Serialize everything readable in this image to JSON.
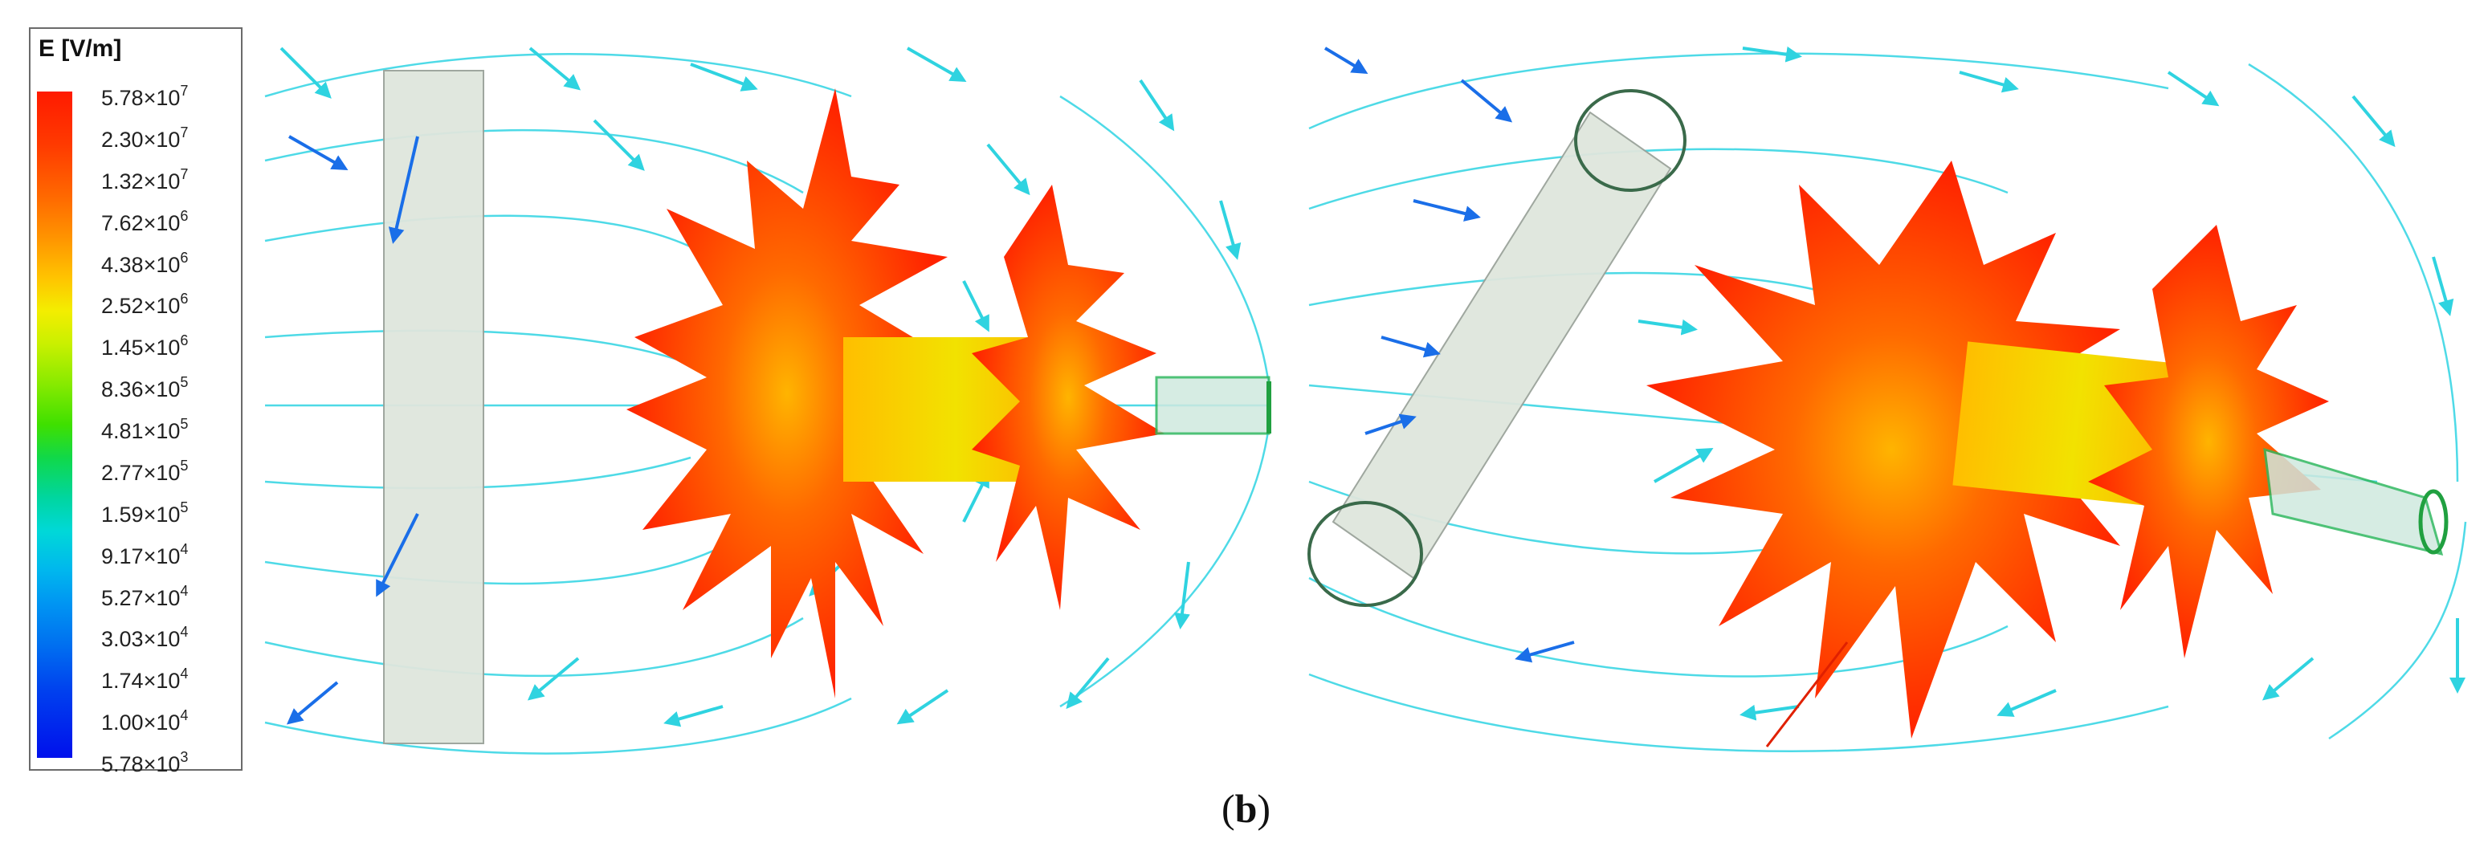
{
  "legend": {
    "title": "E [V/m]",
    "ticks": [
      {
        "mantissa": "5.78",
        "exp": "7"
      },
      {
        "mantissa": "2.30",
        "exp": "7"
      },
      {
        "mantissa": "1.32",
        "exp": "7"
      },
      {
        "mantissa": "7.62",
        "exp": "6"
      },
      {
        "mantissa": "4.38",
        "exp": "6"
      },
      {
        "mantissa": "2.52",
        "exp": "6"
      },
      {
        "mantissa": "1.45",
        "exp": "6"
      },
      {
        "mantissa": "8.36",
        "exp": "5"
      },
      {
        "mantissa": "4.81",
        "exp": "5"
      },
      {
        "mantissa": "2.77",
        "exp": "5"
      },
      {
        "mantissa": "1.59",
        "exp": "5"
      },
      {
        "mantissa": "9.17",
        "exp": "4"
      },
      {
        "mantissa": "5.27",
        "exp": "4"
      },
      {
        "mantissa": "3.03",
        "exp": "4"
      },
      {
        "mantissa": "1.74",
        "exp": "4"
      },
      {
        "mantissa": "1.00",
        "exp": "4"
      },
      {
        "mantissa": "5.78",
        "exp": "3"
      }
    ],
    "times_sign": "×",
    "base": "10"
  },
  "caption": {
    "open": "(",
    "label": "b",
    "close": ")"
  },
  "colors": {
    "high_field": "#ff2a00",
    "mid_field": "#ffcc00",
    "arrow_cyan": "#2fd3e0",
    "arrow_blue": "#1a6ee8",
    "conductor": "#dfe6dd"
  }
}
